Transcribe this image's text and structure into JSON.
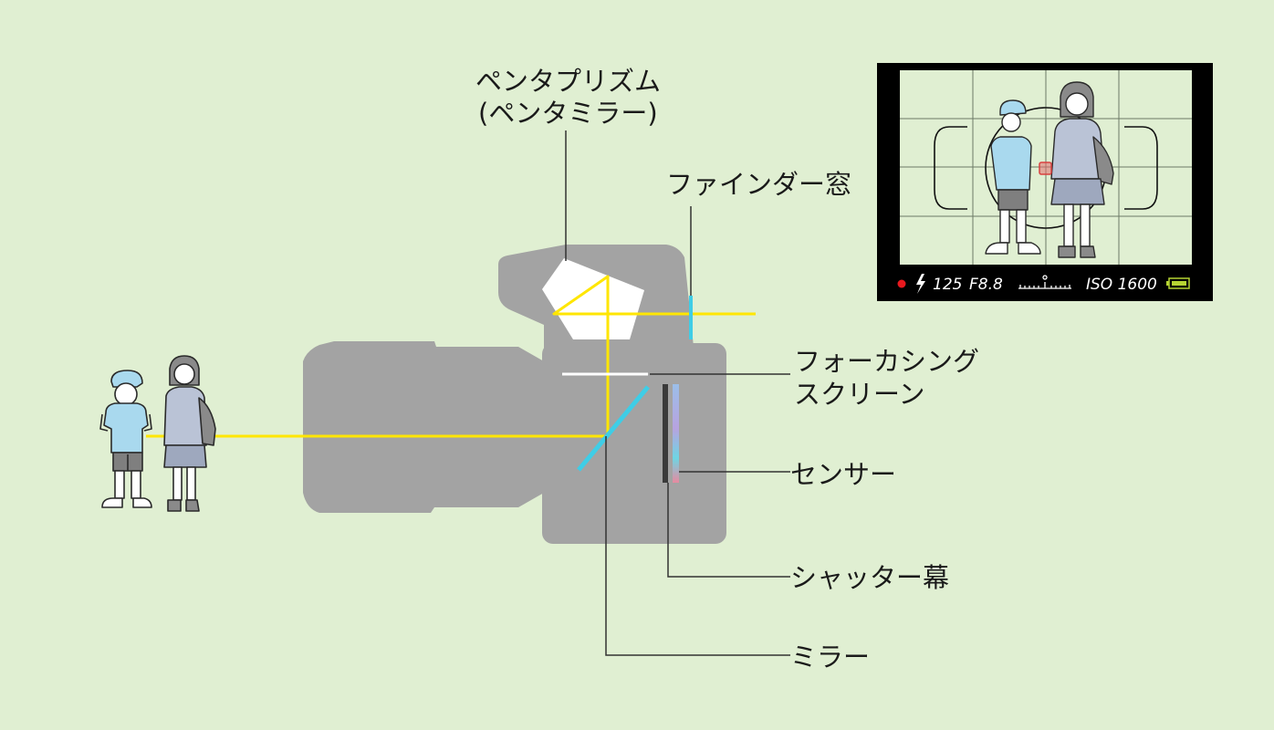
{
  "labels": {
    "pentaprism_line1": "ペンタプリズム",
    "pentaprism_line2": "(ペンタミラー)",
    "finder_window": "ファインダー窓",
    "focusing_screen_line1": "フォーカシング",
    "focusing_screen_line2": "スクリーン",
    "sensor": "センサー",
    "shutter_curtain": "シャッター幕",
    "mirror": "ミラー"
  },
  "viewfinder": {
    "shutter_speed": "125",
    "aperture": "F8.8",
    "iso": "ISO 1600",
    "colors": {
      "record_dot": "#e8191e",
      "battery": "#b6d433",
      "focus_point": "#e46b6b"
    }
  },
  "colors": {
    "background": "#e0efd2",
    "camera_body": "#a3a3a3",
    "light_path": "#ffe600",
    "mirror": "#3fcde6",
    "leader_line": "#333333"
  },
  "icons": {
    "flash": "flash-bolt-icon",
    "exposure_scale": "exposure-scale-icon",
    "battery": "battery-icon"
  }
}
